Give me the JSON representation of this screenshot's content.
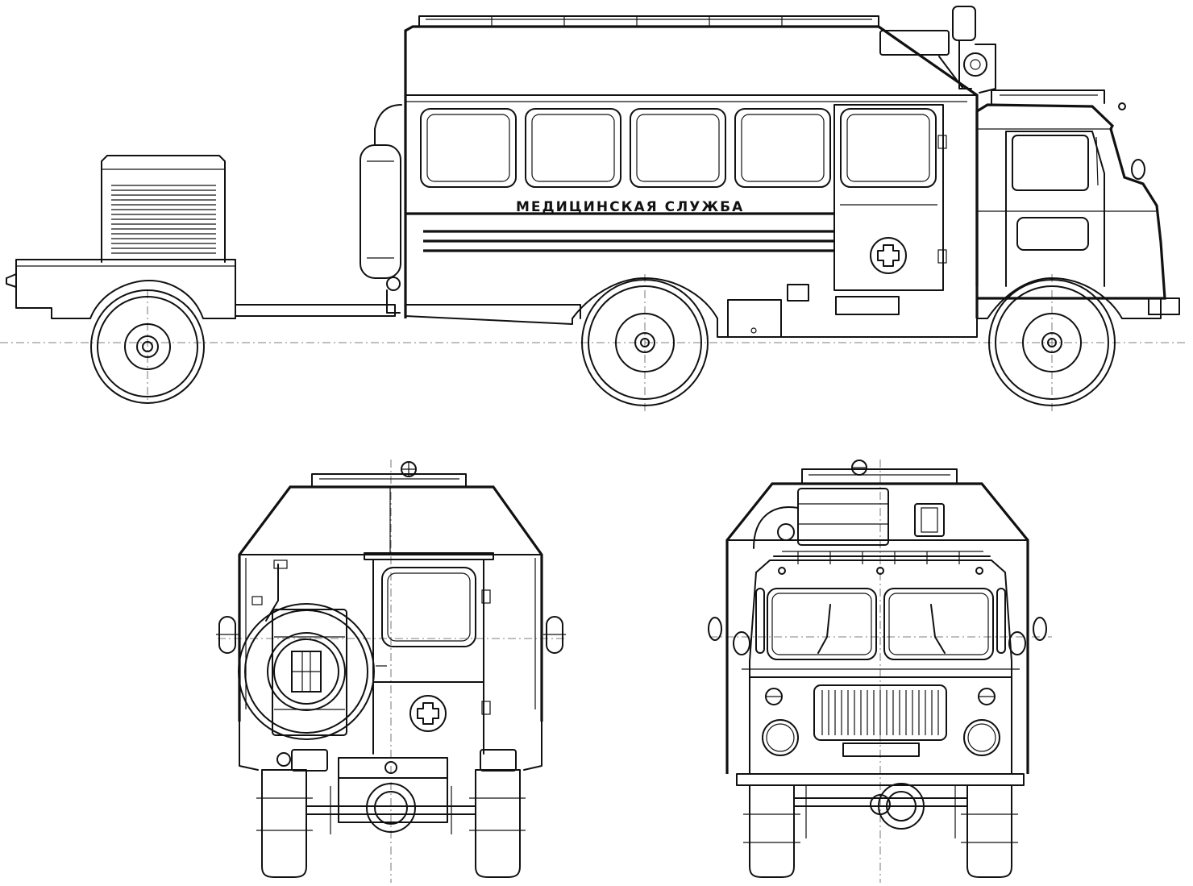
{
  "side_view": {
    "hull_lettering": "МЕДИЦИНСКАЯ СЛУЖБА"
  },
  "views": [
    "side-view",
    "rear-view",
    "front-view"
  ],
  "colors": {
    "line": "#111111",
    "background": "#ffffff"
  }
}
